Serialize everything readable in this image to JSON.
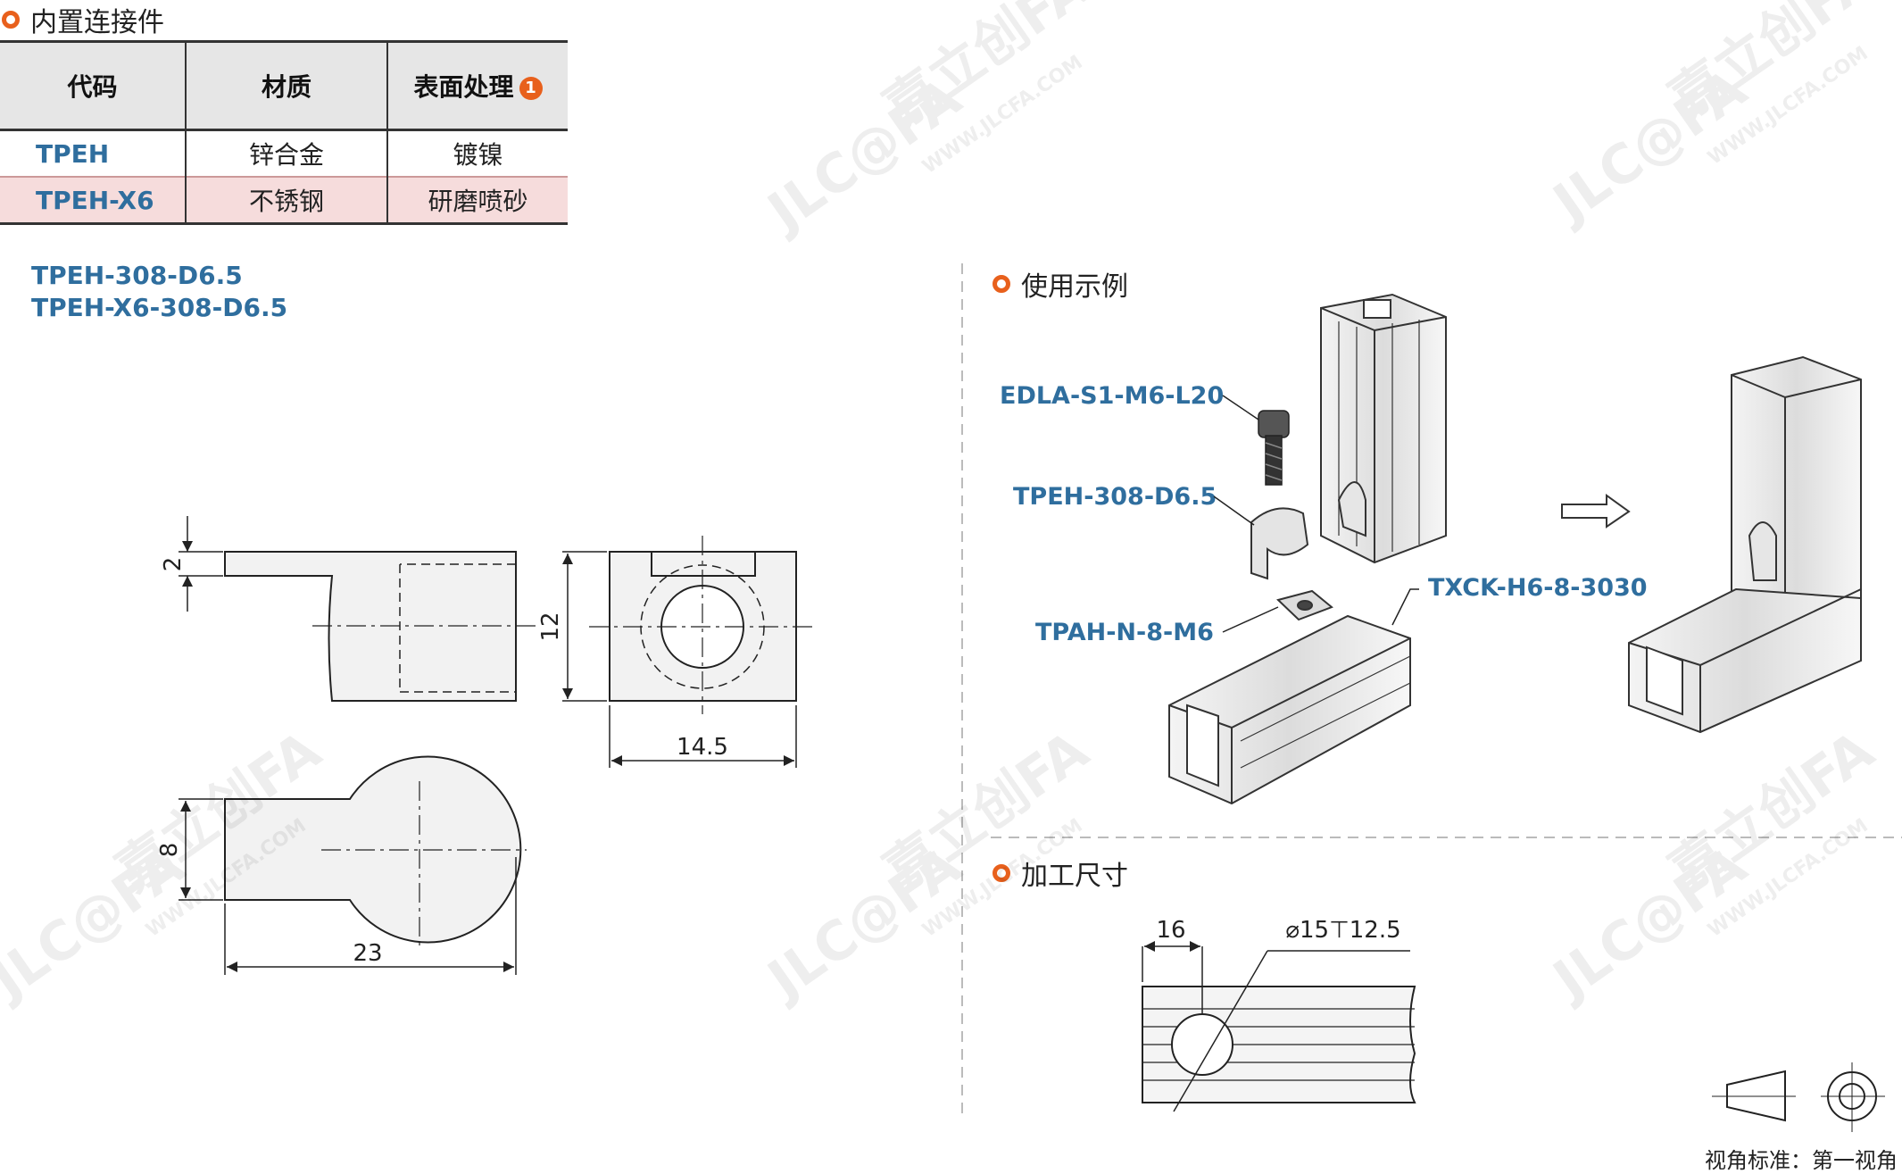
{
  "section_connector": {
    "title": "内置连接件"
  },
  "spec_table": {
    "headers": [
      "代码",
      "材质",
      "表面处理"
    ],
    "header_badge": "1",
    "rows": [
      {
        "code": "TPEH",
        "material": "锌合金",
        "finish": "镀镍"
      },
      {
        "code": "TPEH-X6",
        "material": "不锈钢",
        "finish": "研磨喷砂"
      }
    ]
  },
  "part_numbers": [
    "TPEH-308-D6.5",
    "TPEH-X6-308-D6.5"
  ],
  "drawing_dims": {
    "thickness": "2",
    "height": "12",
    "width": "14.5",
    "head": "8",
    "length": "23"
  },
  "section_usage": {
    "title": "使用示例",
    "labels": [
      "EDLA-S1-M6-L20",
      "TPEH-308-D6.5",
      "TPAH-N-8-M6",
      "TXCK-H6-8-3030"
    ]
  },
  "section_machining": {
    "title": "加工尺寸",
    "dim_offset": "16",
    "dim_hole": "⌀15⊤12.5"
  },
  "view_standard": "视角标准：第一视角",
  "watermark": {
    "logo": "JLC@FA",
    "name": "嘉立创FA",
    "url": "WWW.JLCFA.COM"
  },
  "colors": {
    "accent": "#e8601c",
    "code_blue": "#2f6e9e",
    "row_highlight": "#f6dcdc"
  }
}
